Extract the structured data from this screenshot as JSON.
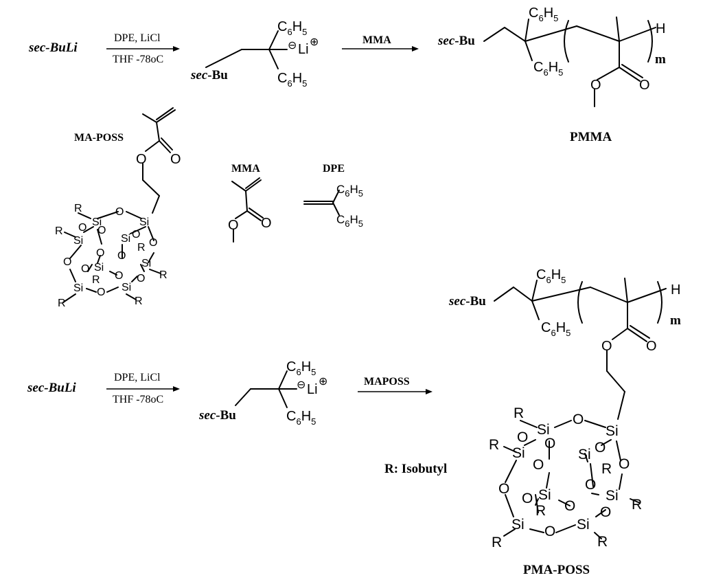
{
  "reactions": {
    "r1": {
      "initiator": "sec-BuLi",
      "conditions_top": "DPE, LiCl",
      "conditions_bottom": "THF -78oC",
      "monomer_label": "MMA",
      "intermediate_group": "sec-Bu",
      "anion_charge": "⊖",
      "counter_cation": "Li",
      "cation_charge": "⊕",
      "product_chain_start": "sec-Bu",
      "product_name": "PMMA",
      "repeat_index": "m",
      "end_group": "H"
    },
    "r2": {
      "initiator": "sec-BuLi",
      "conditions_top": "DPE, LiCl",
      "conditions_bottom": "THF -78oC",
      "monomer_label": "MAPOSS",
      "intermediate_group": "sec-Bu",
      "anion_charge": "⊖",
      "counter_cation": "Li",
      "cation_charge": "⊕",
      "product_chain_start": "sec-Bu",
      "product_name": "PMA-POSS",
      "repeat_index": "m",
      "end_group": "H"
    }
  },
  "reagents": {
    "ma_poss_label": "MA-POSS",
    "mma_label": "MMA",
    "dpe_label": "DPE"
  },
  "legend": {
    "r_definition": "R: Isobutyl"
  },
  "atoms": {
    "phenyl": "C6H5",
    "oxygen": "O",
    "silicon": "Si",
    "r_group": "R"
  }
}
